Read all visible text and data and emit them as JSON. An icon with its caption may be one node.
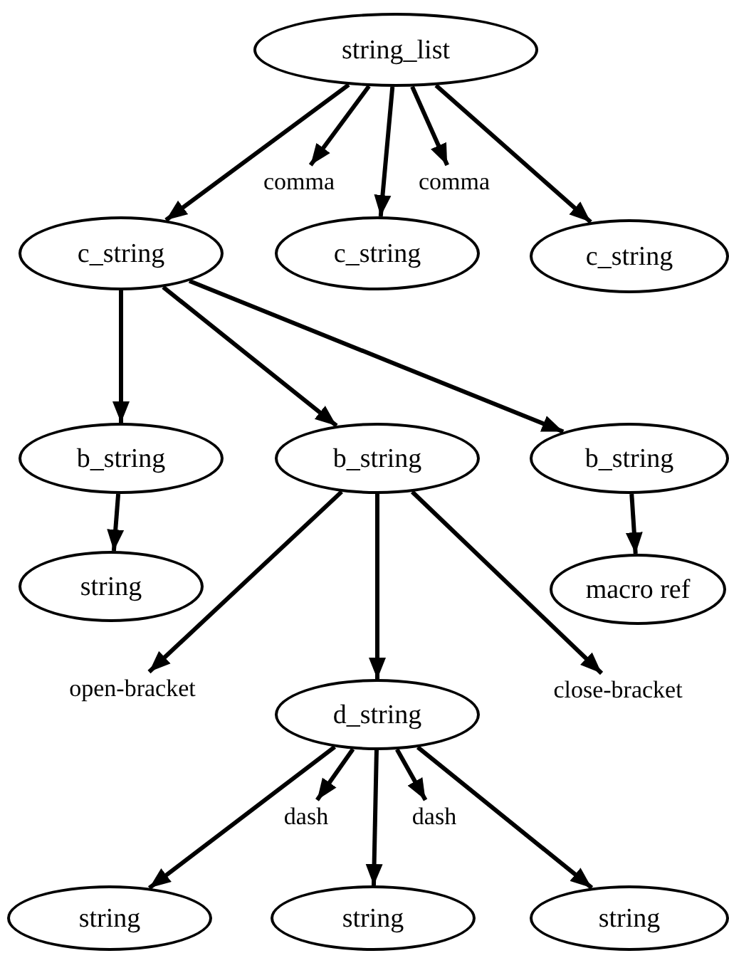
{
  "diagram": {
    "nodes": [
      {
        "text": [
          "string_list"
        ]
      },
      {
        "text": [
          "comma"
        ]
      },
      {
        "text": [
          "comma"
        ]
      },
      {
        "text": [
          "c_string"
        ]
      },
      {
        "text": [
          "c_string"
        ]
      },
      {
        "text": [
          "c_string"
        ]
      },
      {
        "text": [
          "b_string"
        ]
      },
      {
        "text": [
          "b_string"
        ]
      },
      {
        "text": [
          "b_string"
        ]
      },
      {
        "text": [
          "string"
        ]
      },
      {
        "text": [
          "macro ref"
        ]
      },
      {
        "text": [
          "open-bracket"
        ]
      },
      {
        "text": [
          "close-bracket"
        ]
      },
      {
        "text": [
          "d_string"
        ]
      },
      {
        "text": [
          "dash"
        ]
      },
      {
        "text": [
          "dash"
        ]
      },
      {
        "text": [
          "string"
        ]
      },
      {
        "text": [
          "string"
        ]
      },
      {
        "text": [
          "string"
        ]
      }
    ],
    "edges": [
      {
        "from": 0,
        "to": 3,
        "arrow": "to"
      },
      {
        "from": 0,
        "to": 1,
        "arrow": "to"
      },
      {
        "from": 0,
        "to": 4,
        "arrow": "to"
      },
      {
        "from": 0,
        "to": 2,
        "arrow": "to"
      },
      {
        "from": 0,
        "to": 5,
        "arrow": "to"
      },
      {
        "from": 3,
        "to": 6,
        "arrow": "to"
      },
      {
        "from": 3,
        "to": 7,
        "arrow": "to"
      },
      {
        "from": 3,
        "to": 8,
        "arrow": "to"
      },
      {
        "from": 6,
        "to": 9,
        "arrow": "to"
      },
      {
        "from": 7,
        "to": 11,
        "arrow": "to"
      },
      {
        "from": 7,
        "to": 13,
        "arrow": "to"
      },
      {
        "from": 7,
        "to": 12,
        "arrow": "to"
      },
      {
        "from": 8,
        "to": 10,
        "arrow": "to"
      },
      {
        "from": 13,
        "to": 16,
        "arrow": "to"
      },
      {
        "from": 13,
        "to": 14,
        "arrow": "to"
      },
      {
        "from": 13,
        "to": 17,
        "arrow": "to"
      },
      {
        "from": 13,
        "to": 15,
        "arrow": "to"
      },
      {
        "from": 13,
        "to": 18,
        "arrow": "to"
      }
    ]
  }
}
